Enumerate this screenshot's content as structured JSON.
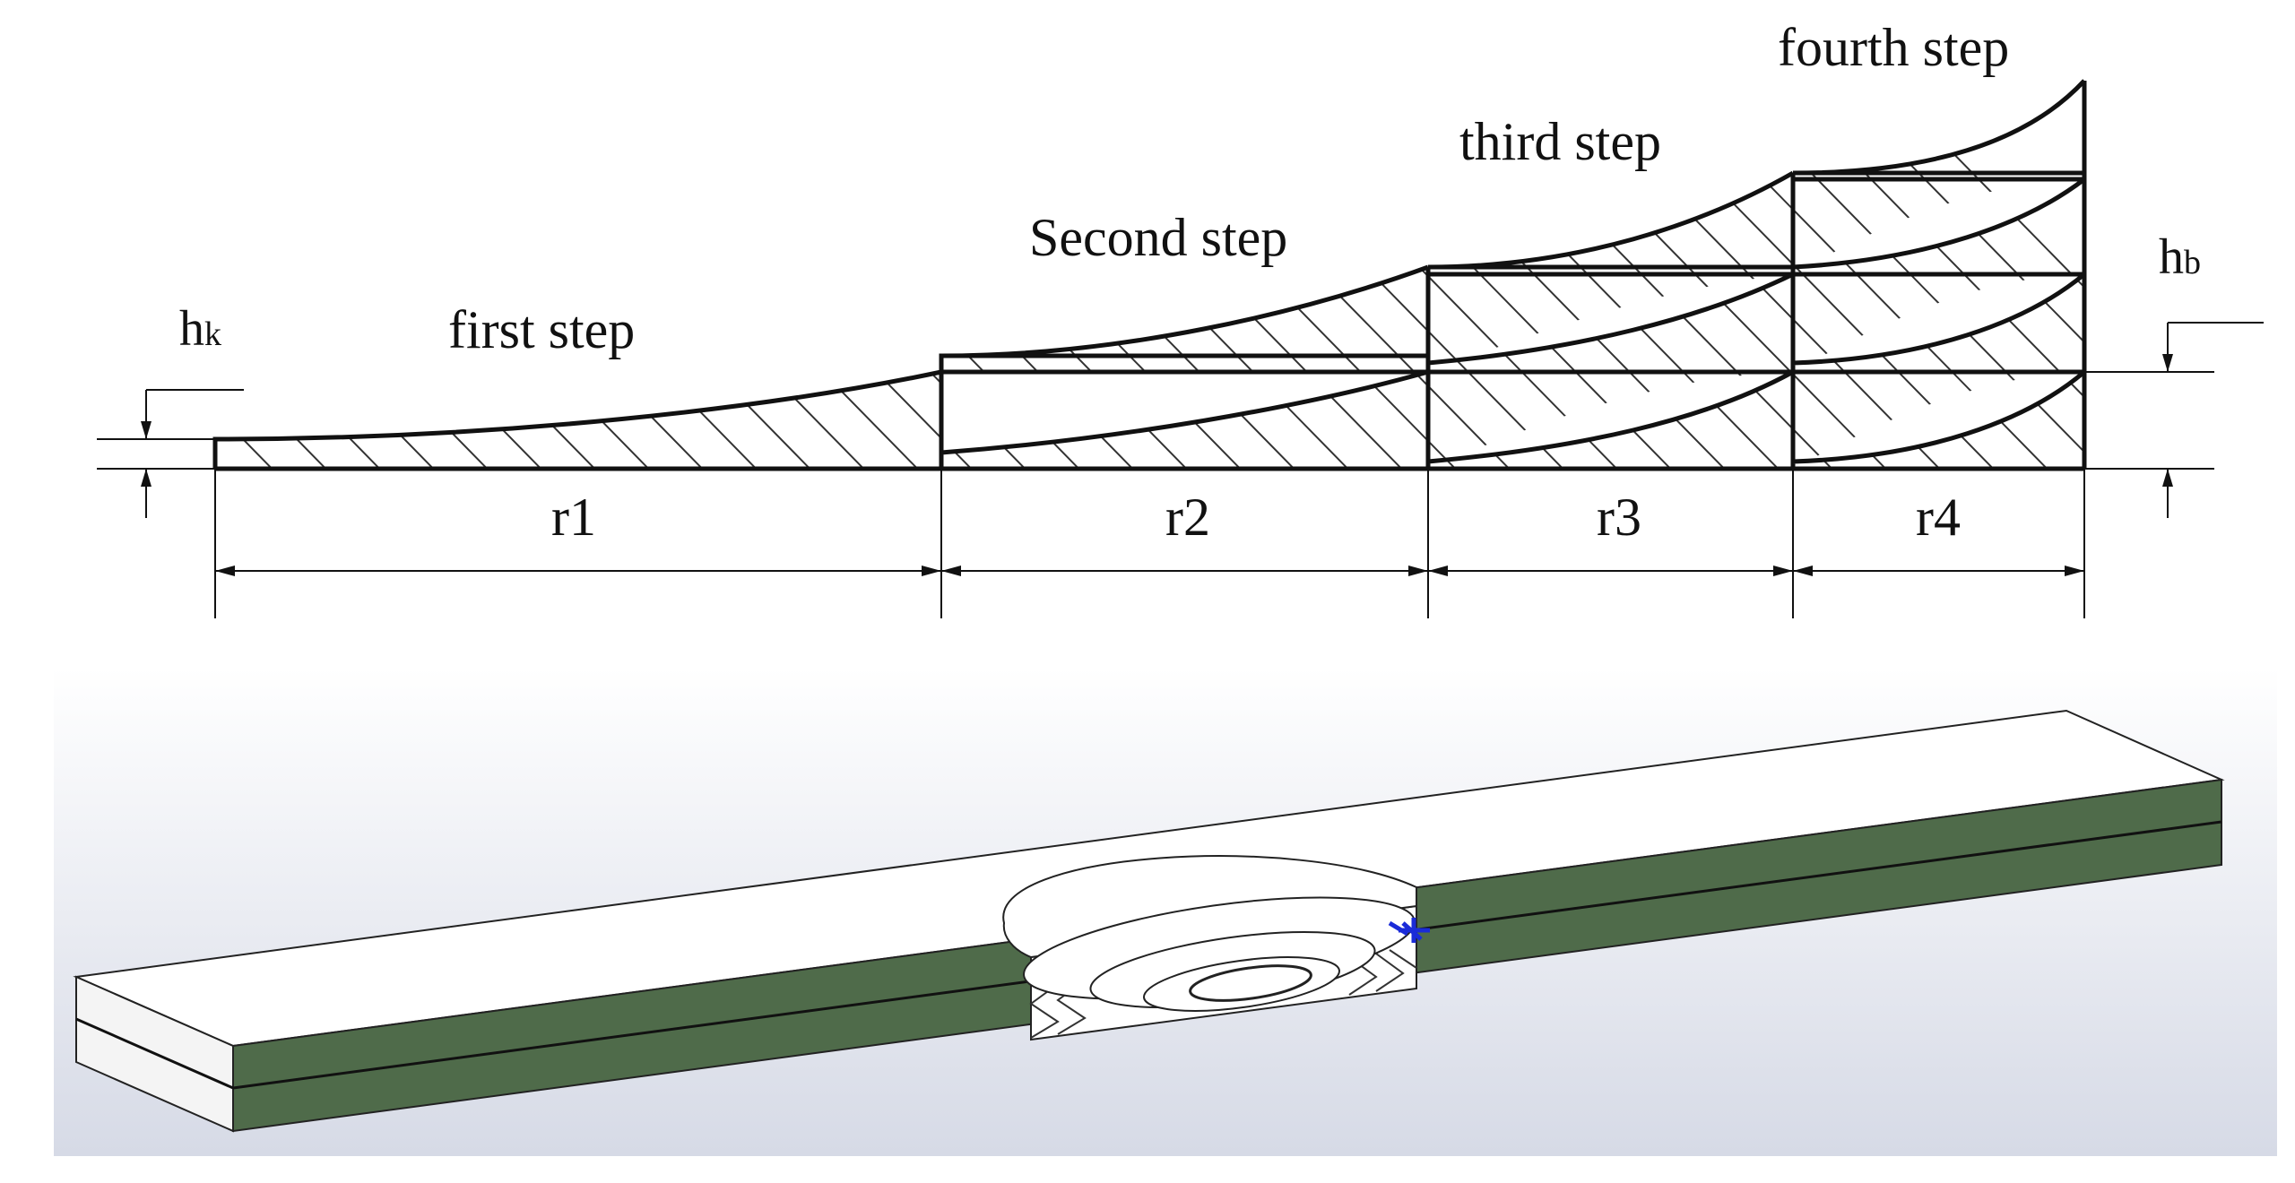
{
  "diagram": {
    "step_labels": [
      "first step",
      "Second step",
      "third step",
      "fourth step"
    ],
    "dimension_labels": [
      "r1",
      "r2",
      "r3",
      "r4"
    ],
    "thickness_labels": {
      "left": {
        "base": "h",
        "sub": "k"
      },
      "right": {
        "base": "h",
        "sub": "b"
      }
    }
  },
  "model_view": {
    "background_top": "#ffffff",
    "background_bottom": "#d6dae6",
    "side_color": "#4f6b4a",
    "top_color": "#ffffff",
    "marker_color": "#1a2bd8"
  }
}
